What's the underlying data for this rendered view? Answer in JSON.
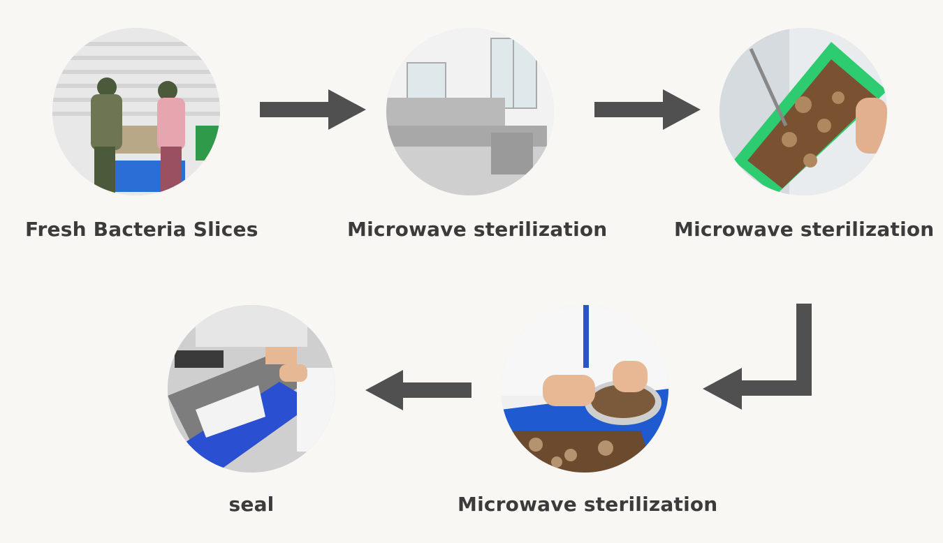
{
  "steps": [
    {
      "label": "Fresh Bacteria Slices",
      "image": "workers-sorting-mushrooms-photo"
    },
    {
      "label": "Microwave sterilization",
      "image": "microwave-sterilizer-machine-photo"
    },
    {
      "label": "Microwave sterilization",
      "image": "dried-mushrooms-in-green-basket-photo"
    },
    {
      "label": "Microwave sterilization",
      "image": "hands-sorting-dried-mushrooms-photo"
    },
    {
      "label": "seal",
      "image": "bag-sealing-conveyor-photo"
    }
  ],
  "colors": {
    "background": "#f8f7f4",
    "arrow": "#505050",
    "text": "#3b3b3b"
  },
  "icons": {
    "arrow_right": "arrow-right-icon",
    "arrow_left": "arrow-left-icon",
    "arrow_down_left": "arrow-down-left-icon"
  }
}
